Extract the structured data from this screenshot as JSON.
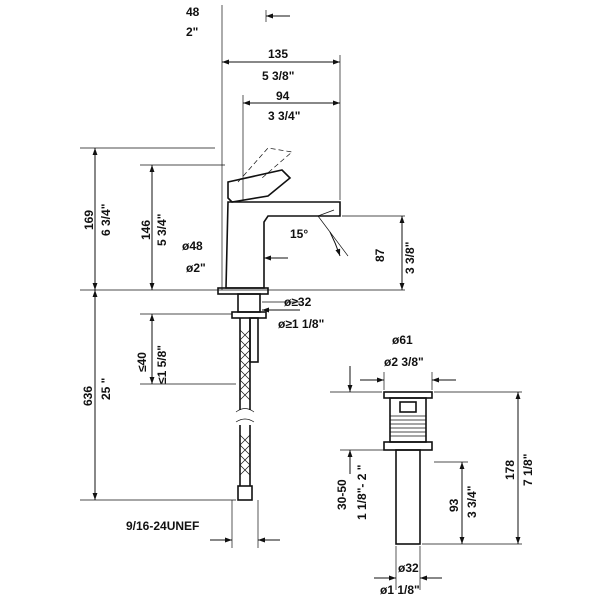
{
  "dimensions": {
    "d48_mm": "48",
    "d48_in": "2\"",
    "d135_mm": "135",
    "d135_in": "5 3/8\"",
    "d94_mm": "94",
    "d94_in": "3 3/4\"",
    "d169_mm": "169",
    "d169_in": "6 3/4\"",
    "d146_mm": "146",
    "d146_in": "5 3/4\"",
    "dia48_mm": "ø48",
    "dia48_in": "ø2\"",
    "angle": "15°",
    "d87_mm": "87",
    "d87_in": "3 3/8\"",
    "dia32min_mm": "ø≥32",
    "dia32min_in": "ø≥1 1/8\"",
    "d40_mm": "≤40",
    "d40_in": "≤1 5/8\"",
    "d636_mm": "636",
    "d636_in": "25 \"",
    "thread": "9/16-24UNEF",
    "dia61_mm": "ø61",
    "dia61_in": "ø2 3/8\"",
    "d178_mm": "178",
    "d178_in": "7 1/8\"",
    "d3050_mm": "30-50",
    "d3050_in": "1 1/8\"- 2 \"",
    "d93_mm": "93",
    "d93_in": "3 3/4\"",
    "dia32_mm": "ø32",
    "dia32_in": "ø1 1/8\""
  }
}
